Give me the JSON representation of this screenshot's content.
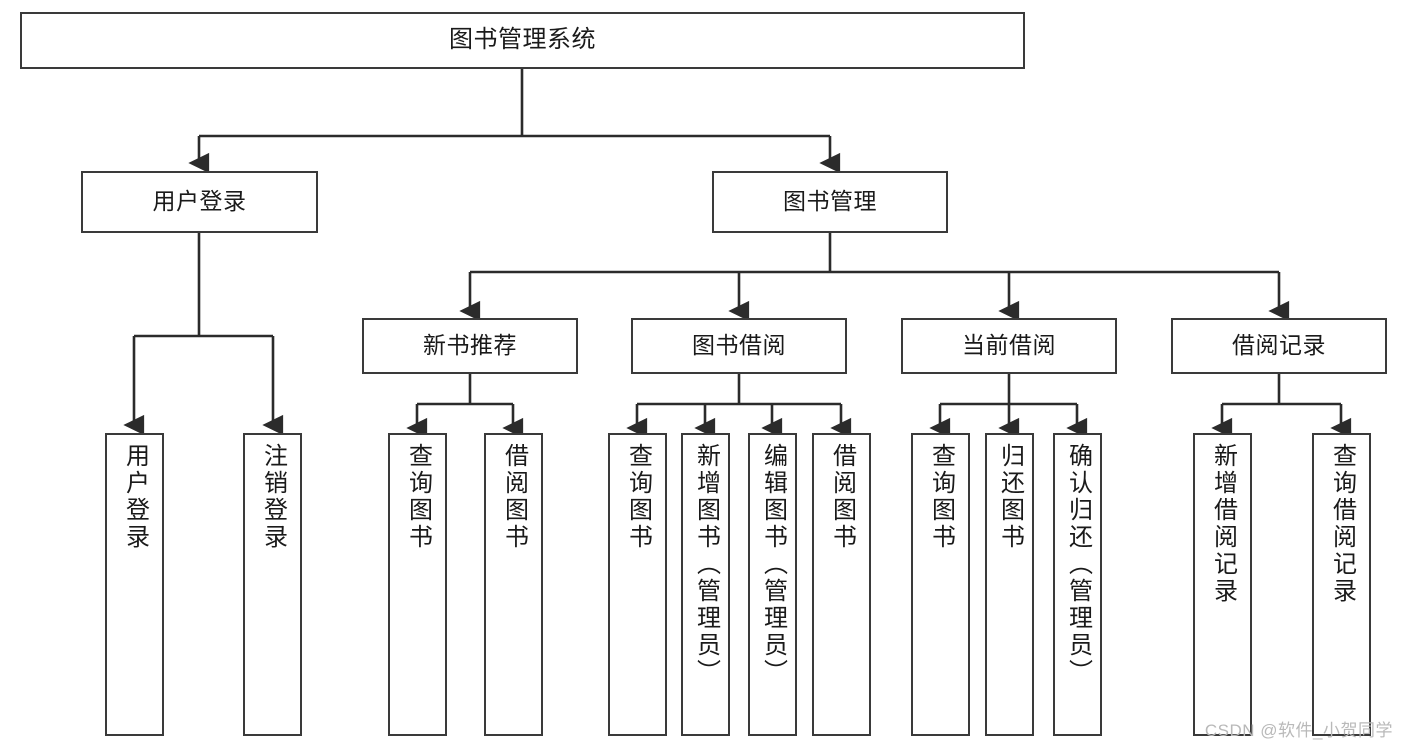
{
  "diagram": {
    "type": "tree-hierarchy",
    "title": "图书管理系统",
    "watermark": "CSDN @软件_小贺同学",
    "colors": {
      "box_border": "#3a3a3a",
      "box_fill": "#ffffff",
      "connector": "#2b2b2b",
      "text": "#1a1a1a",
      "watermark": "#b9b9b9",
      "background": "#ffffff"
    },
    "levels": {
      "root": {
        "label": "图书管理系统"
      },
      "level2": [
        {
          "label": "用户登录"
        },
        {
          "label": "图书管理"
        }
      ],
      "level3": [
        {
          "label": "新书推荐"
        },
        {
          "label": "图书借阅"
        },
        {
          "label": "当前借阅"
        },
        {
          "label": "借阅记录"
        }
      ],
      "leaves": {
        "user_login": [
          {
            "label": "用户登录"
          },
          {
            "label": "注销登录"
          }
        ],
        "new_book_recommend": [
          {
            "label": "查询图书"
          },
          {
            "label": "借阅图书"
          }
        ],
        "book_borrow": [
          {
            "label": "查询图书"
          },
          {
            "label": "新增图书（管理员）"
          },
          {
            "label": "编辑图书（管理员）"
          },
          {
            "label": "借阅图书"
          }
        ],
        "current_borrow": [
          {
            "label": "查询图书"
          },
          {
            "label": "归还图书"
          },
          {
            "label": "确认归还（管理员）"
          }
        ],
        "borrow_record": [
          {
            "label": "新增借阅记录"
          },
          {
            "label": "查询借阅记录"
          }
        ]
      }
    }
  }
}
